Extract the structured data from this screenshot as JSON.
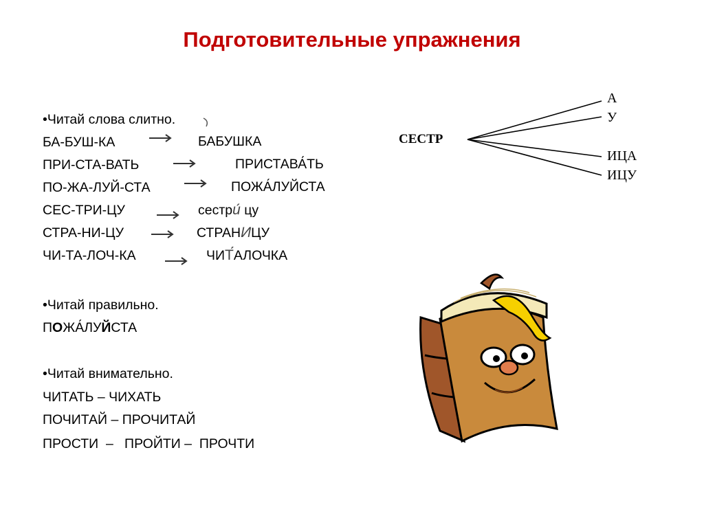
{
  "slide": {
    "title": "Подготовительные упражнения",
    "section1": {
      "heading": "•Читай слова слитно.",
      "rows": [
        {
          "syllables": "БА-БУШ-КА",
          "word": "БАБУШКА"
        },
        {
          "syllables": "ПРИ-СТА-ВАТЬ",
          "word": "ПРИСТАВА́ТЬ"
        },
        {
          "syllables": "ПО-ЖА-ЛУЙ-СТА",
          "word": "ПОЖА́ЛУЙСТА"
        },
        {
          "syllables": "СЕС-ТРИ-ЦУ",
          "word_a": "сестр",
          "word_mark": "и́",
          "word_b": " цу"
        },
        {
          "syllables": "СТРА-НИ-ЦУ",
          "word_a": "СТРАН",
          "word_mark": "И",
          "word_b": "ЦУ"
        },
        {
          "syllables": "ЧИ-ТА-ЛОЧ-КА",
          "word_a": "ЧИ",
          "word_mark": "Т́",
          "word_b": "АЛОЧКА"
        }
      ]
    },
    "section2": {
      "heading": "•Читай правильно.",
      "parts": [
        "П",
        "О",
        "ЖА́ЛУ",
        "Й",
        "СТА"
      ]
    },
    "section3": {
      "heading": "•Читай внимательно.",
      "lines": [
        "ЧИТАТЬ – ЧИХАТЬ",
        "ПОЧИТАЙ – ПРОЧИТАЙ",
        "ПРОСТИ  –   ПРОЙТИ –  ПРОЧТИ"
      ]
    },
    "diagram": {
      "stem": "СЕСТР",
      "endings": [
        "А",
        "У",
        "ИЦА",
        "ИЦУ"
      ]
    }
  }
}
